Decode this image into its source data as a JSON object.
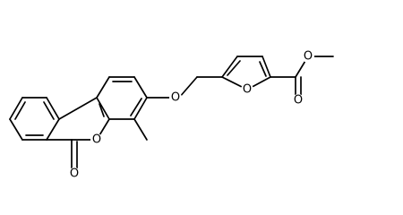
{
  "molecule": {
    "atom_labels": {
      "ether_oxygen": "O",
      "furan_oxygen": "O",
      "ester_carbonyl_oxygen": "O",
      "ester_methoxy_oxygen": "O",
      "lactone_ring_oxygen": "O",
      "lactone_carbonyl_oxygen": "O"
    },
    "colors": {
      "bond": "#000000",
      "label": "#000000",
      "background": "#ffffff"
    }
  }
}
